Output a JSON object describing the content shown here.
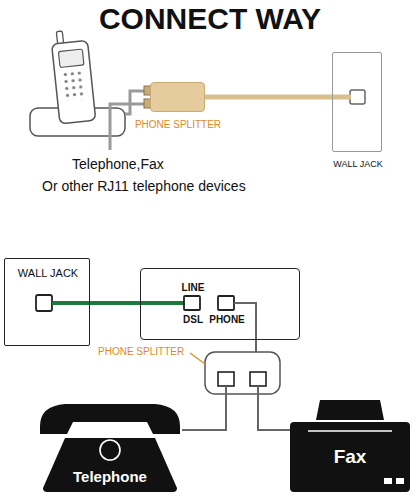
{
  "diagram": {
    "title": "CONNECT WAY",
    "nodes": [
      {
        "text": [
          "PHONE SPLITTER"
        ]
      },
      {
        "text": [
          "WALL JACK"
        ]
      },
      {
        "text": [
          "WALL JACK"
        ]
      },
      {
        "text": [
          "LINE",
          "DSL",
          "PHONE"
        ]
      },
      {
        "text": [
          "Telephone"
        ]
      },
      {
        "text": [
          "Fax"
        ]
      }
    ],
    "edges": [
      {
        "from": 0,
        "to": 1,
        "arrow": "none"
      },
      {
        "from": 2,
        "to": 3,
        "arrow": "none"
      }
    ],
    "labels": [
      "Telephone,Fax",
      "Or other RJ11 telephone devices",
      "PHONE SPLITTER"
    ]
  }
}
